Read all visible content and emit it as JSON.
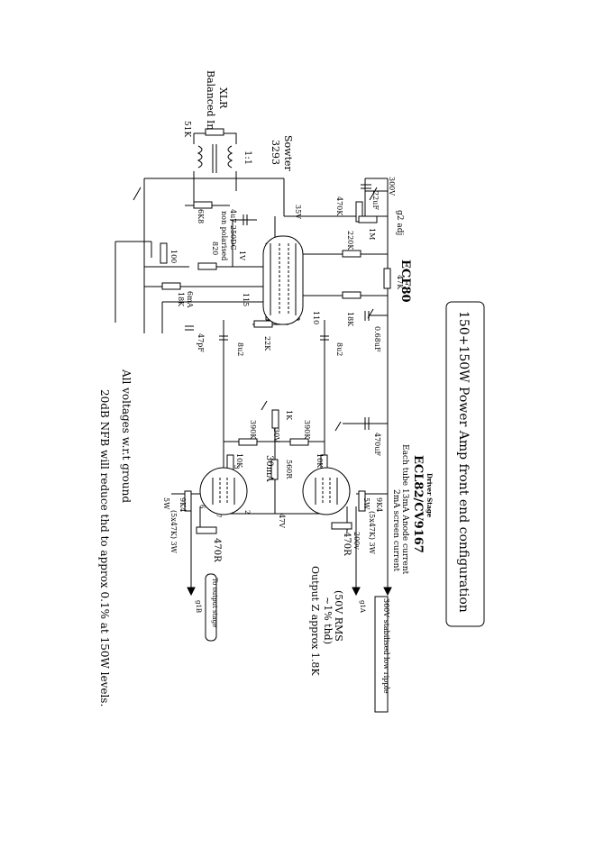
{
  "title": "150+150W Power Amp front end configuration",
  "stage_labels": {
    "ecf80": "ECF80",
    "driver_stage": "Driver Stage",
    "ecl82": "ECL82/CV9167",
    "anode_current": "Each tube 13mA Anode current",
    "screen_current": "2mA screen current"
  },
  "input": {
    "xlr": "XLR",
    "balanced_in": "Balanced In",
    "r_51k": "51K",
    "sowter": "Sowter",
    "sowter_part": "3293",
    "ratio": "1:1"
  },
  "supply": {
    "v300": "300V",
    "c22uf": "22uF",
    "g2_adj": "g2 adj",
    "r1m": "1M",
    "r470k": "470K",
    "r220k": "220K",
    "r47k": "47K",
    "r18k_top": "18K",
    "c068": "0.68uF",
    "c470": "470uF",
    "v360": "360V stabilised low ripple"
  },
  "ecf80_section": {
    "r6k8": "6K8",
    "v35": "35V",
    "cap_4u7": "4u7 250DC",
    "cap_nonpol": "non polarised",
    "r820": "820",
    "v1": "1V",
    "r100": "100",
    "r18k": "18K",
    "i6ma": "6mA",
    "v115": "115",
    "v110": "110",
    "r22k": "22K",
    "c47pf": "47pF",
    "c8u2_left": "8u2",
    "c8u2_right": "8u2"
  },
  "driver_section": {
    "r1k": "1K",
    "v30": "30V",
    "r390k_left": "390K",
    "r390k_right": "390K",
    "r10k_left": "10K",
    "r10k_right": "10K",
    "i30ma": "30mA",
    "r560r": "560R",
    "v47": "47V",
    "r9k4_left": "9K4",
    "r9k4_left_note": "(5x47K) 3W",
    "w5_left": "5W",
    "r470_left": "470R",
    "r9k4_right": "9K4",
    "r9k4_right_note": "(5x47K) 3W",
    "w5_right": "5W",
    "r470_right": "470R",
    "v200": "200v",
    "g1b": "g1B",
    "g1a": "g1A",
    "to_output": "To output stage",
    "pin3": "3",
    "pin6": "6",
    "pin7": "7",
    "pin2": "2"
  },
  "notes": {
    "output_swing": "(50V RMS",
    "thd": "~1% thd)",
    "output_z": "Output Z approx 1.8K",
    "ground_note": "All voltages w.r.t ground",
    "nfb_note": "20dB NFB will reduce thd to approx 0.1% at 150W levels."
  }
}
